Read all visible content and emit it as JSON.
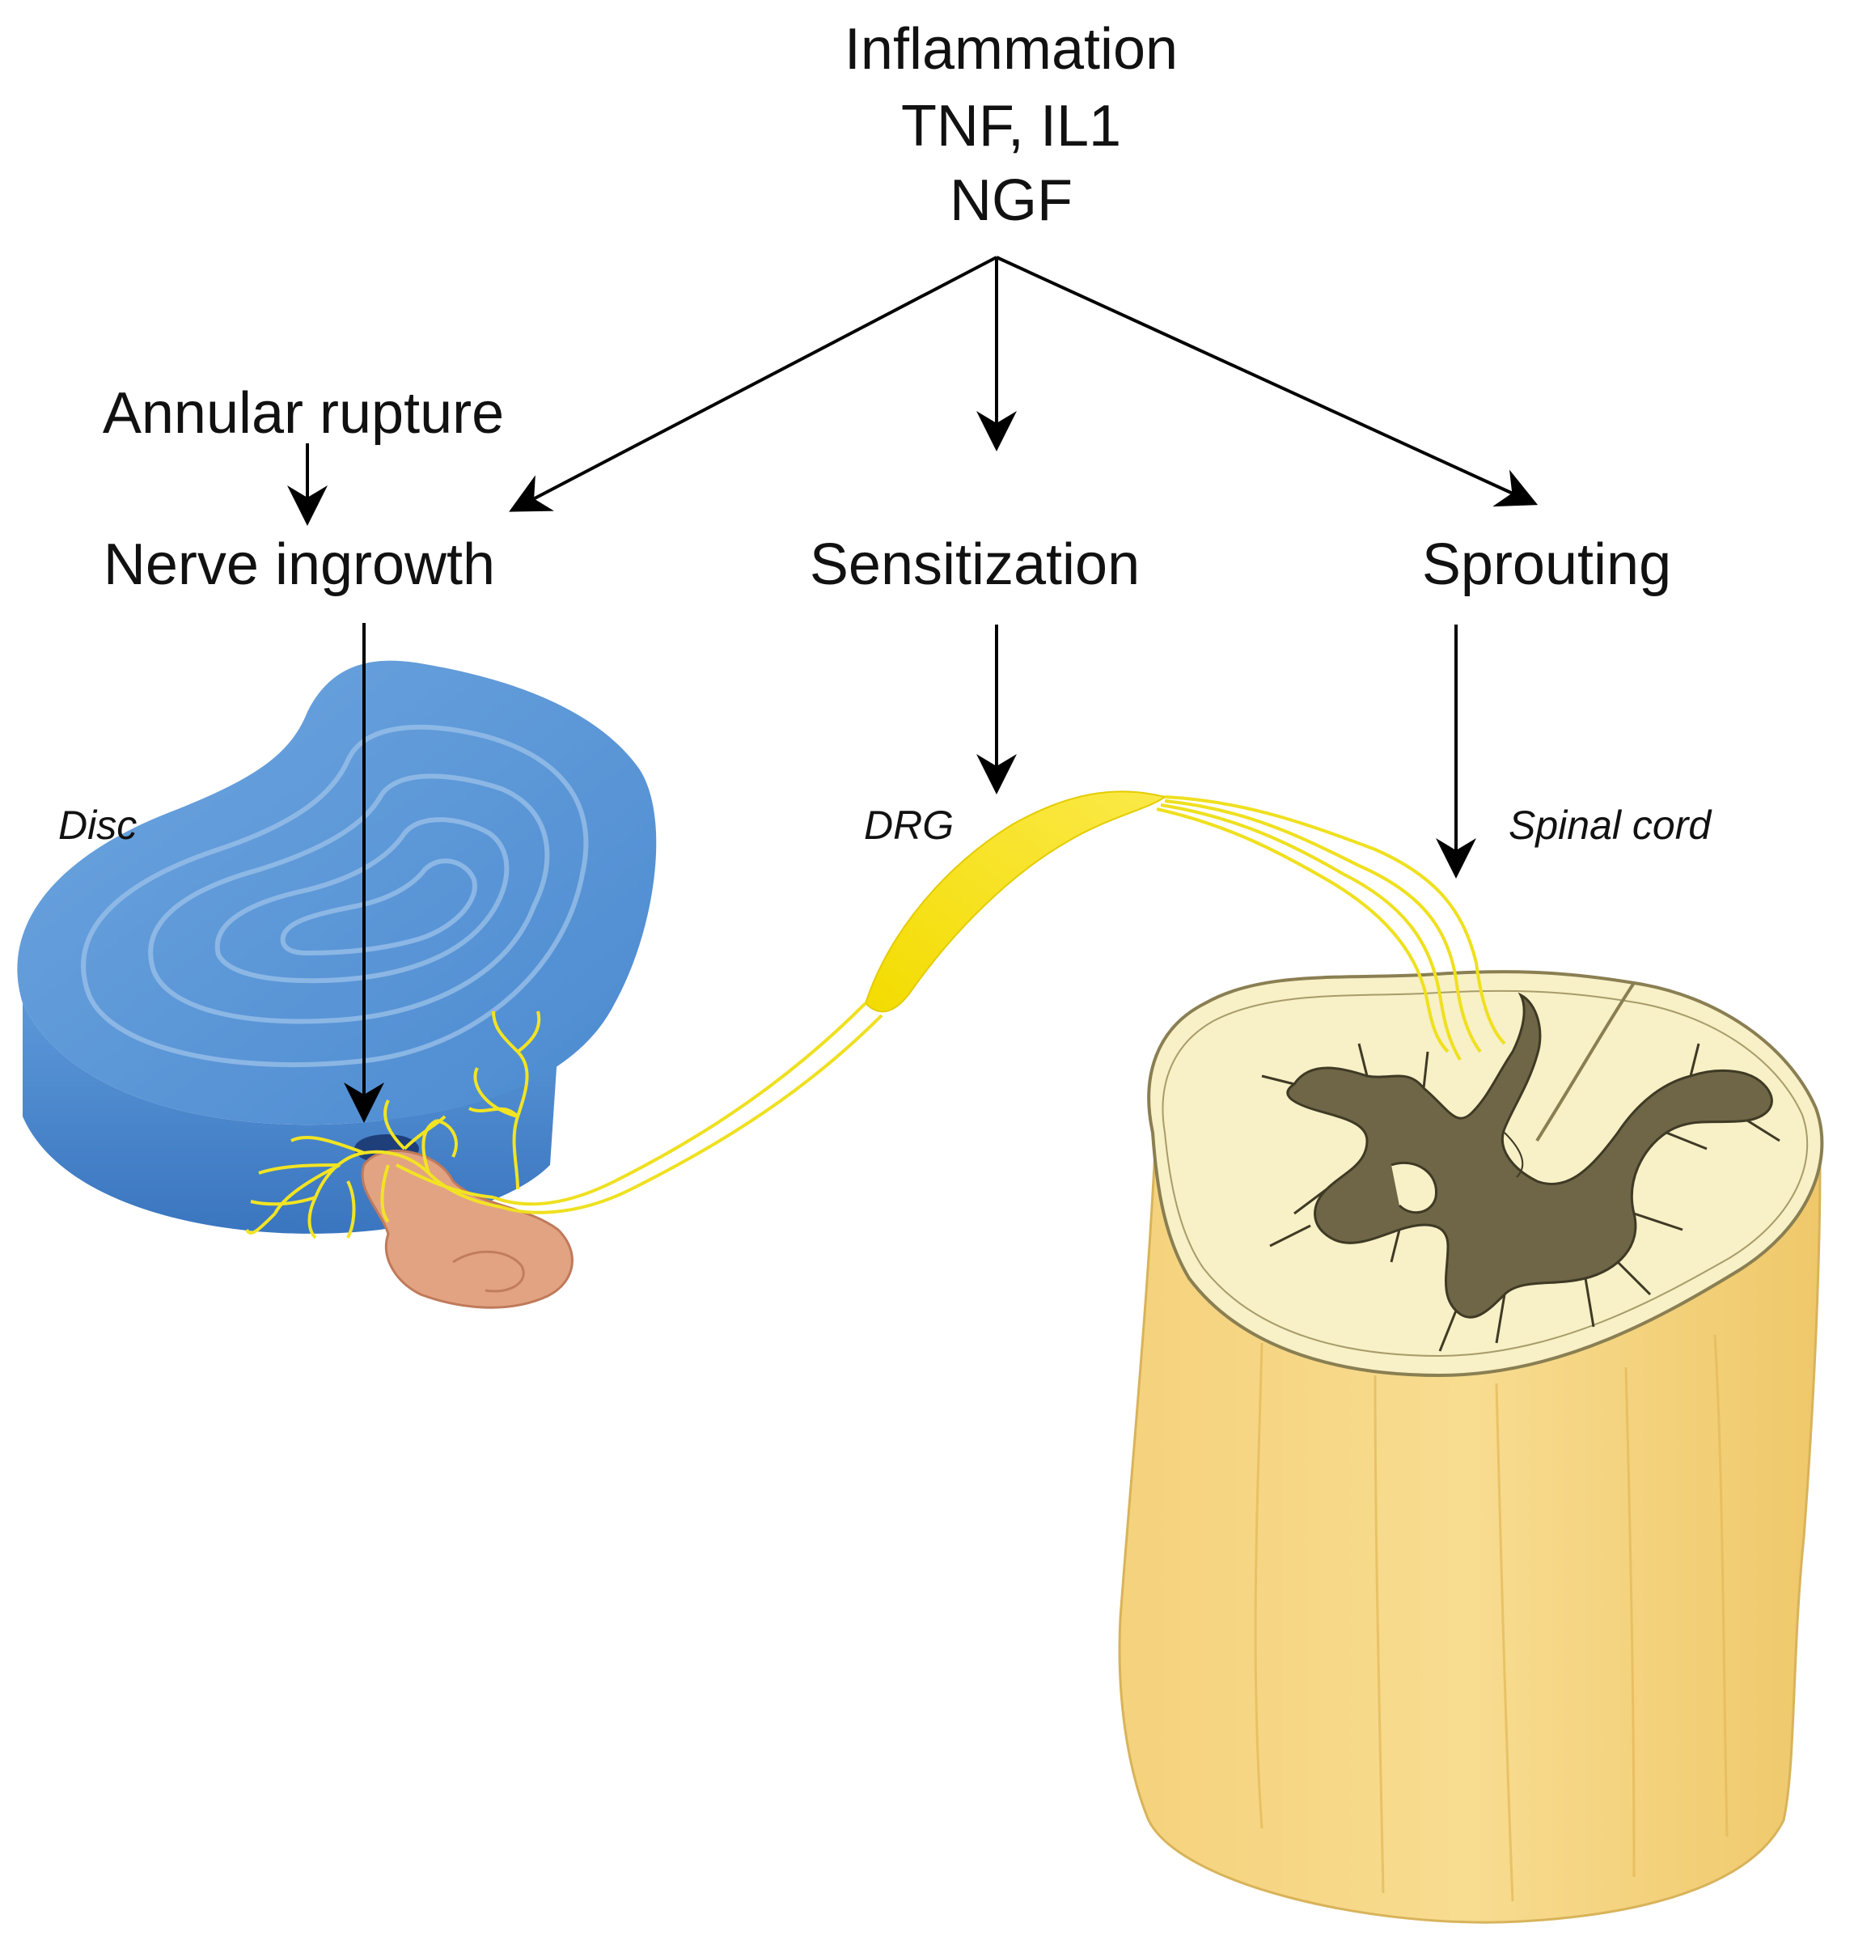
{
  "inflammation": {
    "line1": "Inflammation",
    "line2": "TNF, IL1",
    "line3": "NGF"
  },
  "annular_rupture": "Annular rupture",
  "nerve_ingrowth": "Nerve ingrowth",
  "sensitization": "Sensitization",
  "sprouting": "Sprouting",
  "disc_label": "Disc",
  "drg_label": "DRG",
  "spinal_cord_label": "Spinal cord",
  "colors": {
    "disc": "#4f8fd4",
    "disc_dark": "#3572bd",
    "nerve": "#f2e422",
    "drg": "#f6e000",
    "herniation": "#e0a07e",
    "cord_white": "#f7efc0",
    "cord_grey": "#6e6646",
    "cord_body": "#f3d27a"
  }
}
